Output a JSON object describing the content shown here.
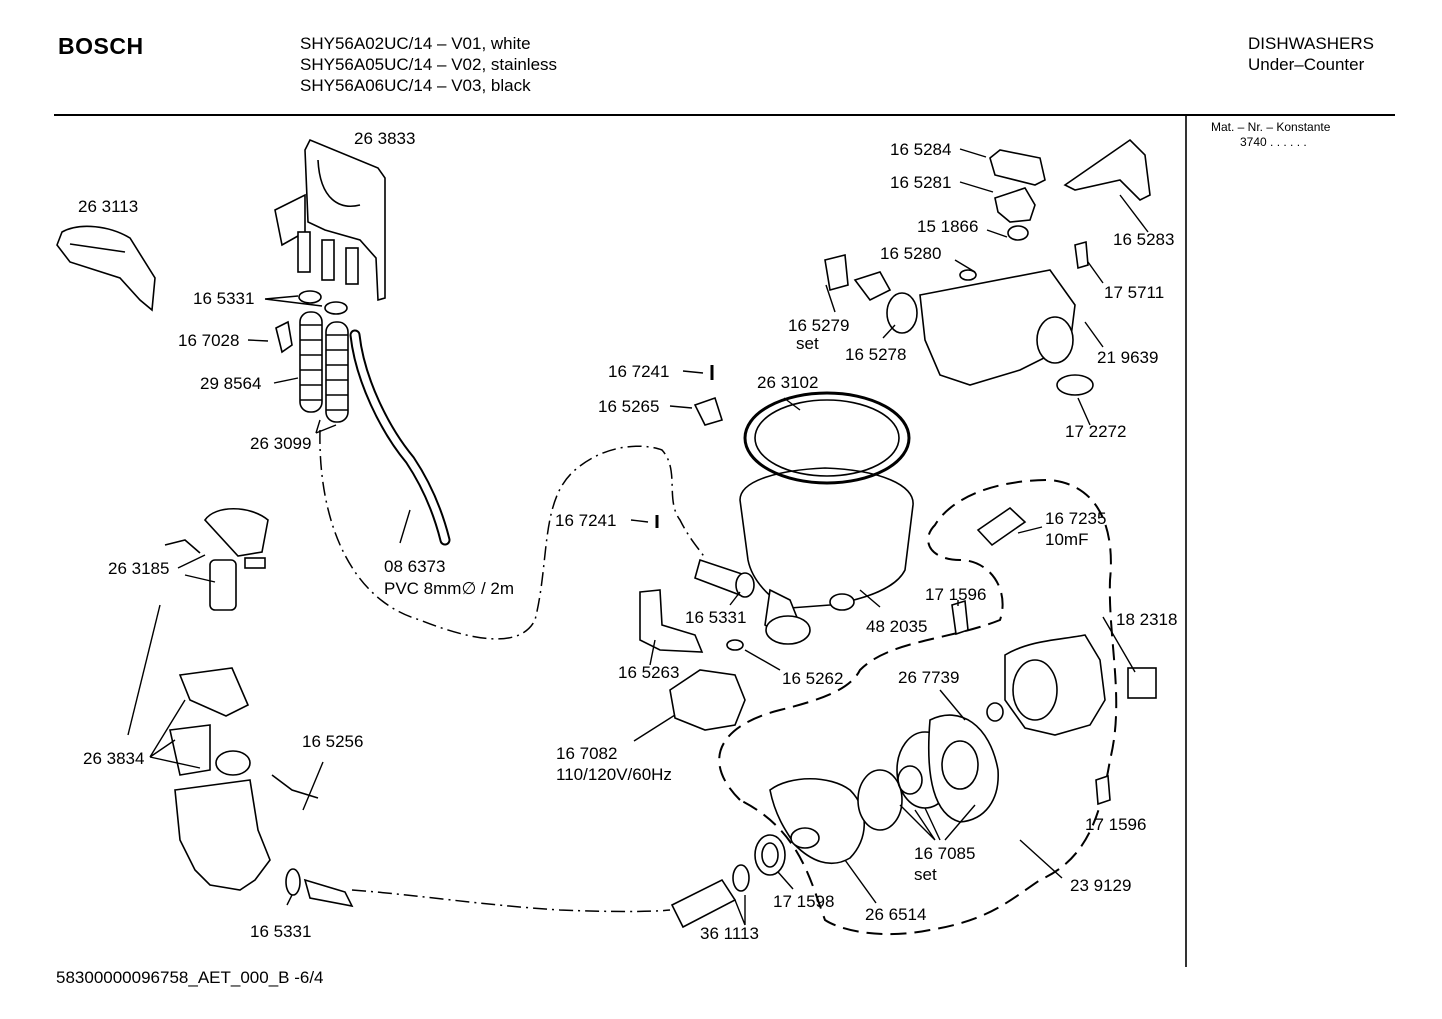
{
  "header": {
    "brand": "BOSCH",
    "models": [
      "SHY56A02UC/14 – V01, white",
      "SHY56A05UC/14 – V02, stainless",
      "SHY56A06UC/14 – V03, black"
    ],
    "category": [
      "DISHWASHERS",
      "Under–Counter"
    ]
  },
  "side_info": {
    "label": "Mat. – Nr. – Konstante",
    "value": "3740 . . . . . ."
  },
  "footer": "58300000096758_AET_000_B -6/4",
  "parts": [
    {
      "id": "p263833",
      "text": [
        "26 3833"
      ]
    },
    {
      "id": "p263113",
      "text": [
        "26 3113"
      ]
    },
    {
      "id": "p165331a",
      "text": [
        "16 5331"
      ]
    },
    {
      "id": "p167028",
      "text": [
        "16 7028"
      ]
    },
    {
      "id": "p298564",
      "text": [
        "29 8564"
      ]
    },
    {
      "id": "p263099",
      "text": [
        "26 3099"
      ]
    },
    {
      "id": "p086373",
      "text": [
        "08 6373",
        "PVC 8mm∅ / 2m"
      ]
    },
    {
      "id": "p263185",
      "text": [
        "26 3185"
      ]
    },
    {
      "id": "p263834",
      "text": [
        "26 3834"
      ]
    },
    {
      "id": "p165256",
      "text": [
        "16 5256"
      ]
    },
    {
      "id": "p165331d",
      "text": [
        "16 5331"
      ]
    },
    {
      "id": "p361113",
      "text": [
        "36 1113"
      ]
    },
    {
      "id": "p171598",
      "text": [
        "17 1598"
      ]
    },
    {
      "id": "p266514",
      "text": [
        "26 6514"
      ]
    },
    {
      "id": "p167085",
      "text": [
        "16 7085",
        "set"
      ]
    },
    {
      "id": "p239129",
      "text": [
        "23 9129"
      ]
    },
    {
      "id": "p171596b",
      "text": [
        "17 1596"
      ]
    },
    {
      "id": "p182318",
      "text": [
        "18 2318"
      ]
    },
    {
      "id": "p267739",
      "text": [
        "26 7739"
      ]
    },
    {
      "id": "p171596a",
      "text": [
        "17 1596"
      ]
    },
    {
      "id": "p167235",
      "text": [
        "16 7235",
        "10mF"
      ]
    },
    {
      "id": "p482035",
      "text": [
        "48 2035"
      ]
    },
    {
      "id": "p167241b",
      "text": [
        "16 7241"
      ]
    },
    {
      "id": "p165331c",
      "text": [
        "16 5331"
      ]
    },
    {
      "id": "p165263",
      "text": [
        "16 5263"
      ]
    },
    {
      "id": "p165262",
      "text": [
        "16 5262"
      ]
    },
    {
      "id": "p167082",
      "text": [
        "16 7082",
        "110/120V/60Hz"
      ]
    },
    {
      "id": "p167241a",
      "text": [
        "16 7241"
      ]
    },
    {
      "id": "p165265",
      "text": [
        "16 5265"
      ]
    },
    {
      "id": "p263102",
      "text": [
        "26 3102"
      ]
    },
    {
      "id": "p165284",
      "text": [
        "16 5284"
      ]
    },
    {
      "id": "p165281",
      "text": [
        "16 5281"
      ]
    },
    {
      "id": "p151866",
      "text": [
        "15 1866"
      ]
    },
    {
      "id": "p165280",
      "text": [
        "16 5280"
      ]
    },
    {
      "id": "p165279",
      "text": [
        "16 5279",
        "set"
      ]
    },
    {
      "id": "p165278",
      "text": [
        "16 5278"
      ]
    },
    {
      "id": "p165283",
      "text": [
        "16 5283"
      ]
    },
    {
      "id": "p175711",
      "text": [
        "17 5711"
      ]
    },
    {
      "id": "p219639",
      "text": [
        "21 9639"
      ]
    },
    {
      "id": "p172272",
      "text": [
        "17 2272"
      ]
    }
  ]
}
